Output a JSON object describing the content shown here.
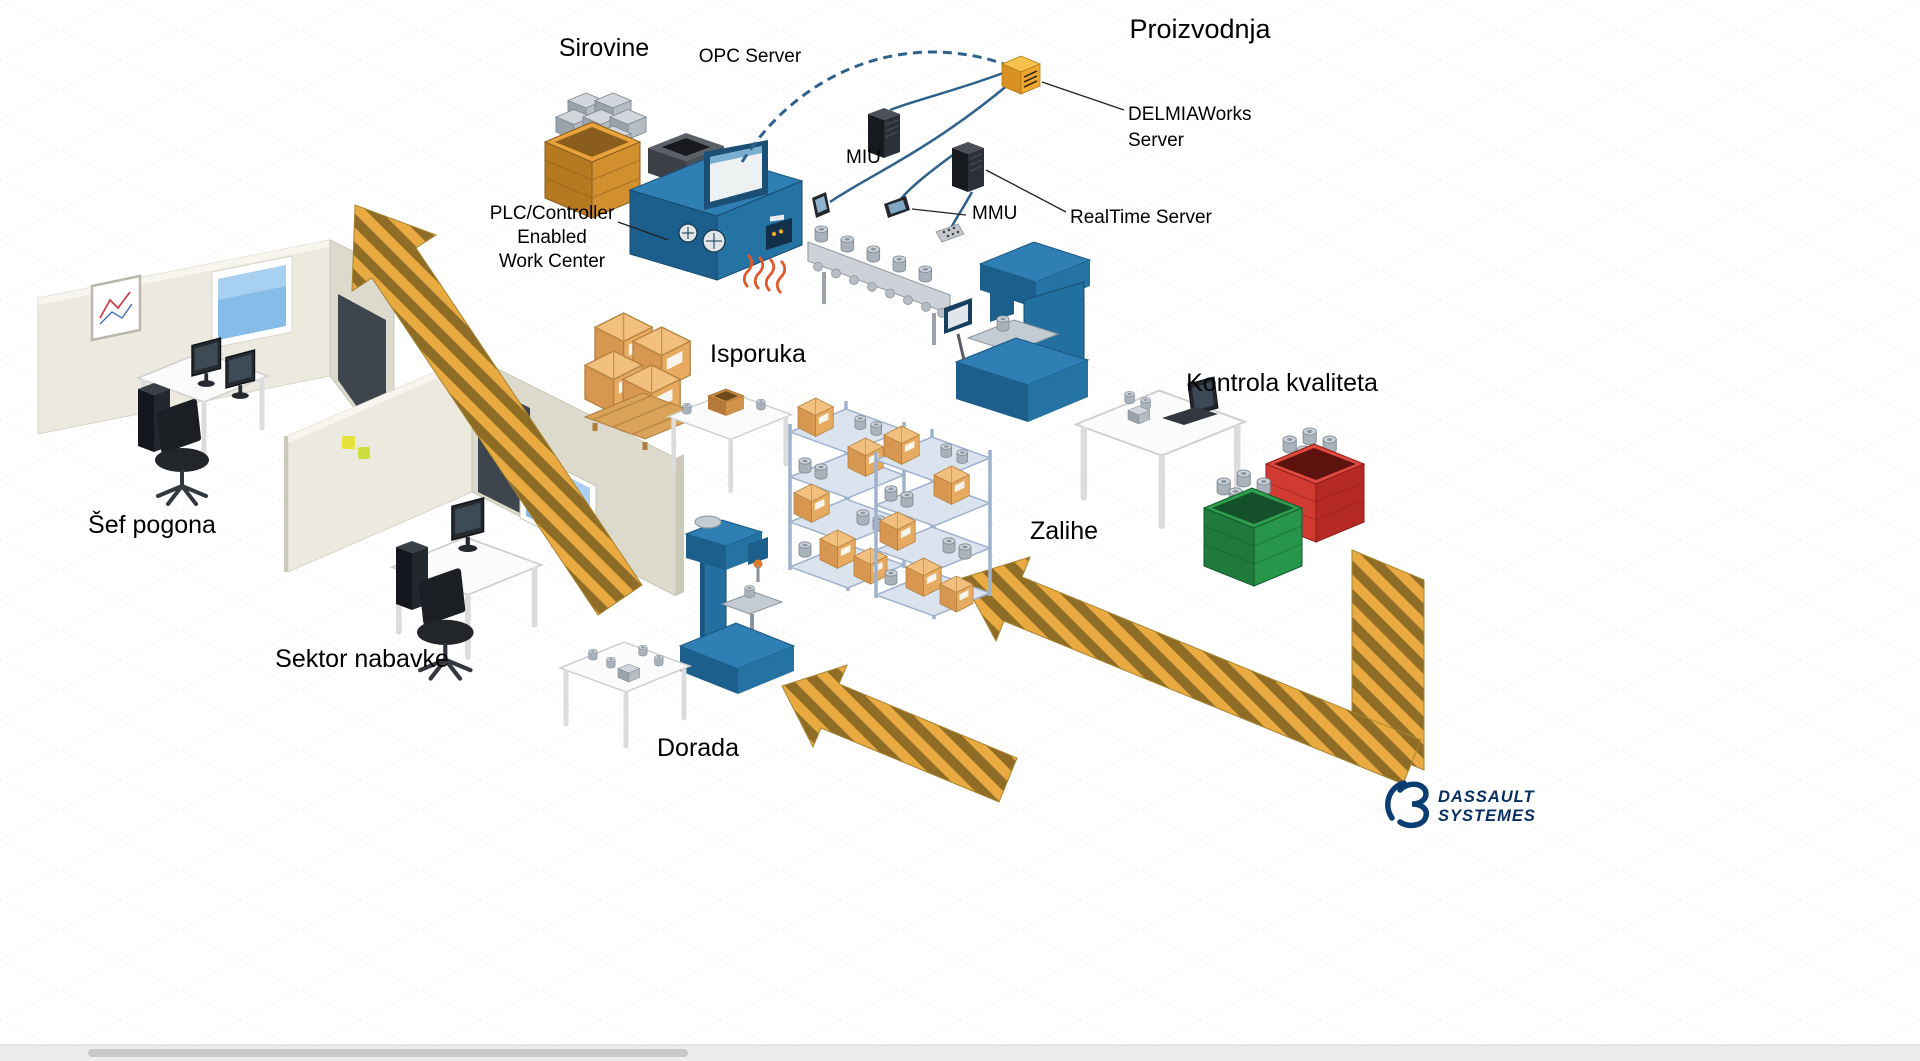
{
  "diagram": {
    "title": "Proizvodnja",
    "labels": {
      "sirovine": "Sirovine",
      "opc_server": "OPC Server",
      "delmiaworks_line1": "DELMIAWorks",
      "delmiaworks_line2": "Server",
      "miu": "MIU",
      "mmu": "MMU",
      "realtime_server": "RealTime Server",
      "plc_line1": "PLC/Controller",
      "plc_line2": "Enabled",
      "plc_line3": "Work Center",
      "isporuka": "Isporuka",
      "kontrola_kvaliteta": "Kontrola kvaliteta",
      "sef_pogona": "Šef pogona",
      "sektor_nabavke": "Sektor nabavke",
      "zalihe": "Zalihe",
      "dorada": "Dorada"
    },
    "logo": {
      "line1": "DASSAULT",
      "line2": "SYSTEMES"
    },
    "colors": {
      "machine_blue": "#2f7fb5",
      "machine_blue_dark": "#1d5f8c",
      "machine_blue_side": "#2573a3",
      "arrow_stripe_light": "#e9ab41",
      "arrow_stripe_dark": "#8f6d26",
      "carton_tan": "#e6aa61",
      "crate_green": "#27954a",
      "crate_red": "#d03a30",
      "server_orange": "#f0a830",
      "connector_blue": "#2e618c",
      "logo_navy": "#0a3e73"
    }
  }
}
